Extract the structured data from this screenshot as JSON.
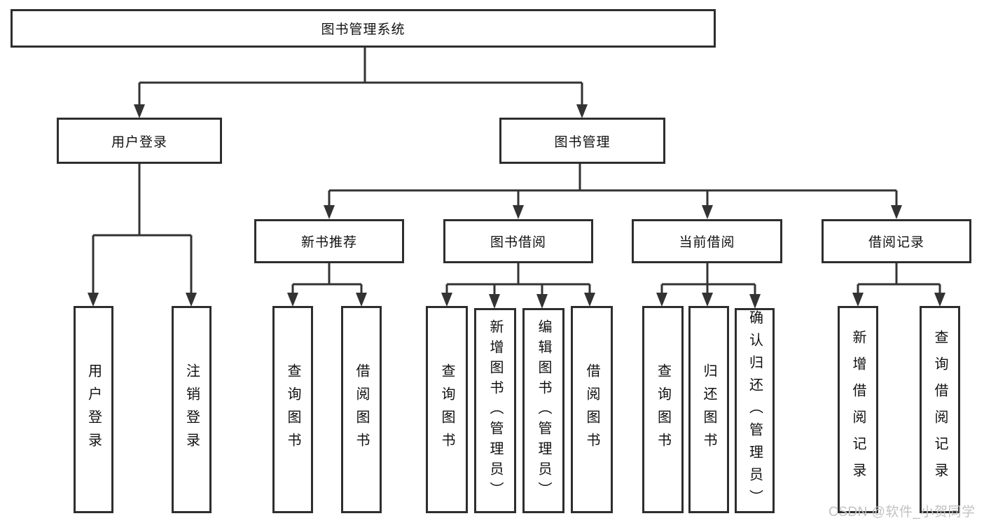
{
  "tree": {
    "root": {
      "label": "图书管理系统",
      "children": [
        {
          "label": "用户登录",
          "children": [
            {
              "label": "用户登录"
            },
            {
              "label": "注销登录"
            }
          ]
        },
        {
          "label": "图书管理",
          "children": [
            {
              "label": "新书推荐",
              "children": [
                {
                  "label": "查询图书"
                },
                {
                  "label": "借阅图书"
                }
              ]
            },
            {
              "label": "图书借阅",
              "children": [
                {
                  "label": "查询图书"
                },
                {
                  "label": "新增图书（管理员）"
                },
                {
                  "label": "编辑图书（管理员）"
                },
                {
                  "label": "借阅图书"
                }
              ]
            },
            {
              "label": "当前借阅",
              "children": [
                {
                  "label": "查询图书"
                },
                {
                  "label": "归还图书"
                },
                {
                  "label": "确认归还（管理员）"
                }
              ]
            },
            {
              "label": "借阅记录",
              "children": [
                {
                  "label": "新增借阅记录"
                },
                {
                  "label": "查询借阅记录"
                }
              ]
            }
          ]
        }
      ]
    }
  },
  "watermark": {
    "text": "CSDN @软件_小贺同学"
  },
  "colors": {
    "line": "#333333",
    "box_border": "#2e2e2e",
    "text": "#111111",
    "watermark": "#c2c2c2",
    "background": "#ffffff"
  }
}
